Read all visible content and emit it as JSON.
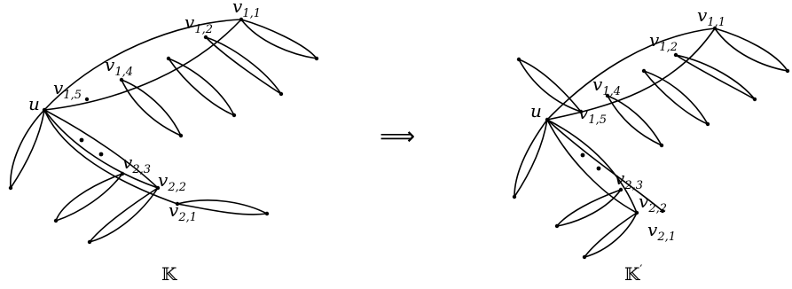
{
  "left_graph": {
    "name": "𝕂",
    "vertex_labels": {
      "u": {
        "base": "u",
        "sub": ""
      },
      "v11": {
        "base": "v",
        "sub": "1,1"
      },
      "v12": {
        "base": "v",
        "sub": "1,2"
      },
      "v14": {
        "base": "v",
        "sub": "1,4"
      },
      "v15": {
        "base": "v",
        "sub": "1,5"
      },
      "v23": {
        "base": "v",
        "sub": "2,3"
      },
      "v22": {
        "base": "v",
        "sub": "2,2"
      },
      "v21": {
        "base": "v",
        "sub": "2,1"
      }
    }
  },
  "right_graph": {
    "name": "𝕂",
    "prime": "′",
    "vertex_labels": {
      "u": {
        "base": "u",
        "sub": ""
      },
      "v11": {
        "base": "v",
        "sub": "1,1"
      },
      "v12": {
        "base": "v",
        "sub": "1,2"
      },
      "v14": {
        "base": "v",
        "sub": "1,4"
      },
      "v15": {
        "base": "v",
        "sub": "1,5"
      },
      "v23": {
        "base": "v",
        "sub": "2,3"
      },
      "v22": {
        "base": "v",
        "sub": "2,2"
      },
      "v21": {
        "base": "v",
        "sub": "2,1"
      }
    }
  },
  "implies_symbol": "⟹"
}
